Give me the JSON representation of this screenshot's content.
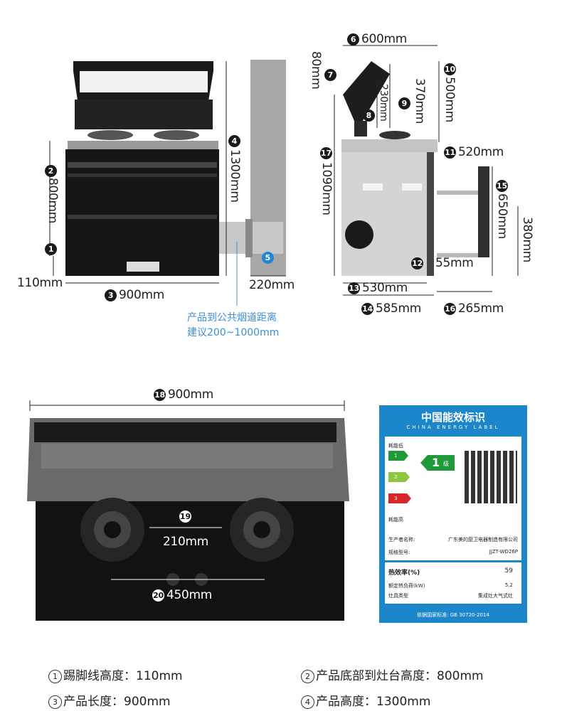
{
  "dims": {
    "d1": {
      "num": "1",
      "text": ""
    },
    "d2": {
      "num": "2",
      "text": "800mm"
    },
    "d3": {
      "num": "3",
      "text": "900mm"
    },
    "d4": {
      "num": "4",
      "text": "1300mm"
    },
    "d5": {
      "num": "5",
      "text": "220mm"
    },
    "d6": {
      "num": "6",
      "text": "600mm"
    },
    "d7": {
      "num": "7",
      "text": "80mm"
    },
    "d8": {
      "num": "8",
      "text": "230mm"
    },
    "d9": {
      "num": "9",
      "text": "370mm"
    },
    "d10": {
      "num": "10",
      "text": "500mm"
    },
    "d11": {
      "num": "11",
      "text": "520mm"
    },
    "d12": {
      "num": "12",
      "text": "55mm"
    },
    "d13": {
      "num": "13",
      "text": "530mm"
    },
    "d14": {
      "num": "14",
      "text": "585mm"
    },
    "d15": {
      "num": "15",
      "text": "650mm"
    },
    "d16": {
      "num": "16",
      "text": "265mm"
    },
    "d17": {
      "num": "17",
      "text": "1090mm"
    },
    "d18": {
      "num": "18",
      "text": "900mm"
    },
    "d19": {
      "num": "19",
      "text": "210mm"
    },
    "d20": {
      "num": "20",
      "text": "450mm"
    },
    "kick": "110mm",
    "side380": "380mm"
  },
  "note": {
    "line1": "产品到公共烟道距离",
    "line2": "建议200~1000mm"
  },
  "energy_label": {
    "title": "中国能效标识",
    "subtitle": "CHINA ENERGY LABEL",
    "low": "耗能低",
    "high": "耗能高",
    "grade": "1",
    "grade_unit": "级",
    "levels": [
      "1",
      "2",
      "3"
    ],
    "producer_label": "生产者名称:",
    "producer": "广东美的厨卫电器制造有限公司",
    "model_label": "规格型号:",
    "model": "JJZT-WD26P",
    "eff_label": "热效率(%)",
    "eff": "59",
    "load_label": "额定热负荷(kW)",
    "load": "5.2",
    "type_label": "灶具类型",
    "type": "集成灶大气式灶",
    "std": "依据国家标准: GB 30720-2014"
  },
  "specs": [
    {
      "num": "1",
      "text": "踢脚线高度：110mm"
    },
    {
      "num": "2",
      "text": "产品底部到灶台高度：800mm"
    },
    {
      "num": "3",
      "text": "产品长度：900mm"
    },
    {
      "num": "4",
      "text": "产品高度：1300mm"
    }
  ],
  "colors": {
    "accent": "#1e88d6",
    "label_blue": "#1b86c9",
    "dark": "#1a1a1a"
  }
}
